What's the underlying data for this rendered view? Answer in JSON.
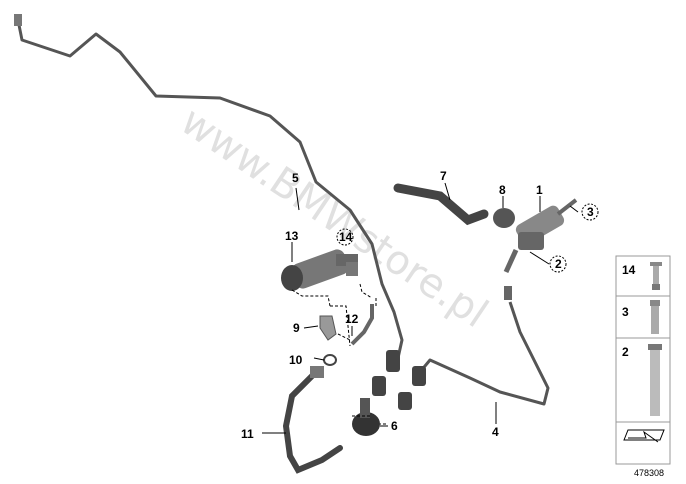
{
  "watermark": "www.BMWstore.pl",
  "diagram_number": "478308",
  "callouts": {
    "c1": "1",
    "c2": "2",
    "c3": "3",
    "c4": "4",
    "c5": "5",
    "c6": "6",
    "c7": "7",
    "c8": "8",
    "c9": "9",
    "c10": "10",
    "c11": "11",
    "c12": "12",
    "c13": "13",
    "c14": "14"
  },
  "legend": {
    "l14": "14",
    "l3": "3",
    "l2": "2"
  }
}
